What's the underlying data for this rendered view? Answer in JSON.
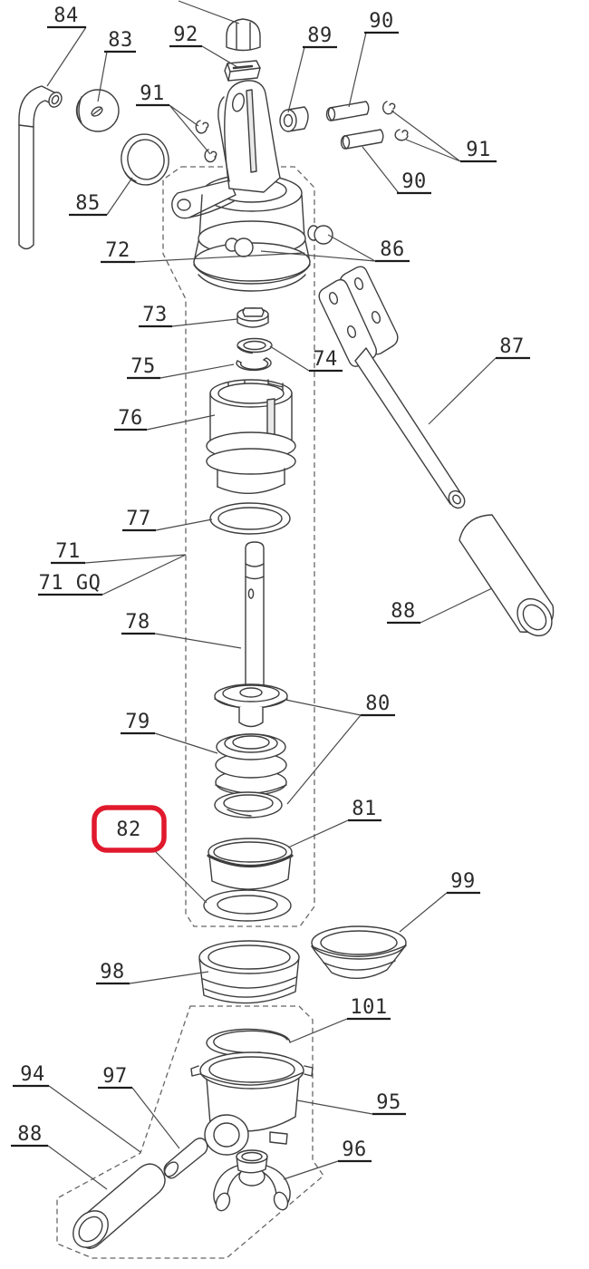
{
  "diagram": {
    "kind": "exploded-parts-diagram",
    "subject": "lever espresso machine group head assembly",
    "background_color": "#ffffff",
    "line_color": "#3d3d3d",
    "dash_color": "#666666",
    "label_color": "#2b2b2b",
    "highlight_color": "#e0192d",
    "highlighted_part": "82"
  },
  "callouts": [
    {
      "id": "84",
      "label": "84"
    },
    {
      "id": "83",
      "label": "83"
    },
    {
      "id": "92",
      "label": "92"
    },
    {
      "id": "91-left",
      "label": "91"
    },
    {
      "id": "89",
      "label": "89"
    },
    {
      "id": "90-top",
      "label": "90"
    },
    {
      "id": "91-right",
      "label": "91"
    },
    {
      "id": "90-bottom",
      "label": "90"
    },
    {
      "id": "85",
      "label": "85"
    },
    {
      "id": "72",
      "label": "72"
    },
    {
      "id": "86",
      "label": "86"
    },
    {
      "id": "73",
      "label": "73"
    },
    {
      "id": "74",
      "label": "74"
    },
    {
      "id": "75",
      "label": "75"
    },
    {
      "id": "76",
      "label": "76"
    },
    {
      "id": "87",
      "label": "87"
    },
    {
      "id": "77",
      "label": "77"
    },
    {
      "id": "71",
      "label": "71"
    },
    {
      "id": "71GQ",
      "label": "71 GQ"
    },
    {
      "id": "78",
      "label": "78"
    },
    {
      "id": "88-right",
      "label": "88"
    },
    {
      "id": "80",
      "label": "80"
    },
    {
      "id": "79",
      "label": "79"
    },
    {
      "id": "82",
      "label": "82"
    },
    {
      "id": "81",
      "label": "81"
    },
    {
      "id": "99",
      "label": "99"
    },
    {
      "id": "98",
      "label": "98"
    },
    {
      "id": "101",
      "label": "101"
    },
    {
      "id": "95",
      "label": "95"
    },
    {
      "id": "94",
      "label": "94"
    },
    {
      "id": "97",
      "label": "97"
    },
    {
      "id": "88-bottom",
      "label": "88"
    },
    {
      "id": "96",
      "label": "96"
    }
  ]
}
